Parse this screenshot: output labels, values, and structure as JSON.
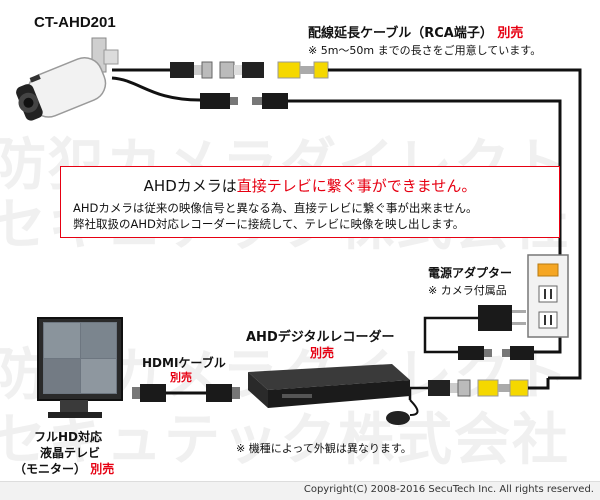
{
  "model": "CT-AHD201",
  "watermark": {
    "line1": "防犯カメラダイレクト",
    "line2": "セキュテック株式会社"
  },
  "cable": {
    "title": "配線延長ケーブル（RCA端子）",
    "title_tag": "別売",
    "note": "※ 5m～50m までの長さをご用意しています。"
  },
  "notice": {
    "headline_prefix": "AHDカメラは",
    "headline_emphasis": "直接テレビに繋ぐ事ができません。",
    "body_line1": "AHDカメラは従来の映像信号と異なる為、直接テレビに繋ぐ事が出来ません。",
    "body_line2": "弊社取扱のAHD対応レコーダーに接続して、テレビに映像を映し出します。"
  },
  "adapter": {
    "title": "電源アダプター",
    "note": "※ カメラ付属品"
  },
  "recorder": {
    "title": "AHDデジタルレコーダー",
    "tag": "別売",
    "note": "※ 機種によって外観は異なります。"
  },
  "hdmi": {
    "title": "HDMIケーブル",
    "tag": "別売"
  },
  "monitor": {
    "line1": "フルHD対応",
    "line2": "液晶テレビ",
    "line3": "（モニター）",
    "tag": "別売"
  },
  "copyright": "Copyright(C) 2008-2016 SecuTech Inc. All rights reserved.",
  "colors": {
    "accent_red": "#e60012",
    "cable_black": "#111111",
    "rca_yellow": "#f5d800",
    "outlet_orange": "#f5a623"
  }
}
